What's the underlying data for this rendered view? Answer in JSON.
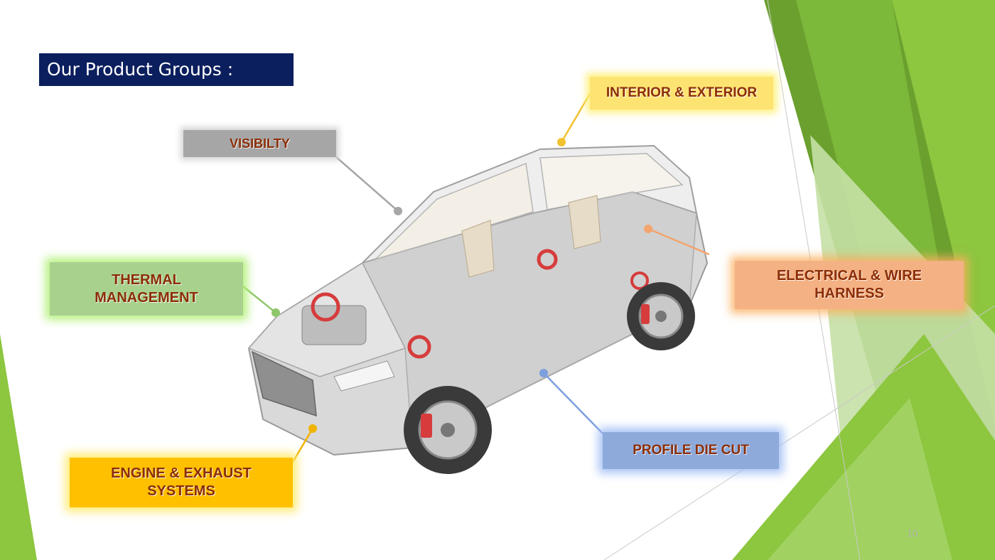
{
  "slide": {
    "title": "Our Product Groups :",
    "page_number": "10"
  },
  "labels": {
    "interior_exterior": "INTERIOR & EXTERIOR",
    "visibility": "VISIBILTY",
    "thermal_management": "THERMAL\nMANAGEMENT",
    "electrical_wire_harness": "ELECTRICAL & WIRE\nHARNESS",
    "profile_die_cut": "PROFILE DIE CUT",
    "engine_exhaust": "ENGINE & EXHAUST\nSYSTEMS"
  },
  "colors": {
    "title_bar": "#0b1f5e",
    "label_text": "#8b2d06",
    "interior_exterior": "#fde372",
    "visibility": "#a6a6a6",
    "thermal_management": "#a9d18e",
    "electrical_wire_harness": "#f4b183",
    "profile_die_cut": "#8eaadb",
    "engine_exhaust": "#ffc000",
    "green_dark": "#6ba02e",
    "green_mid": "#8dc63f",
    "green_light": "#c5e0a5"
  },
  "icons": {
    "car": "car-cutaway-illustration"
  }
}
